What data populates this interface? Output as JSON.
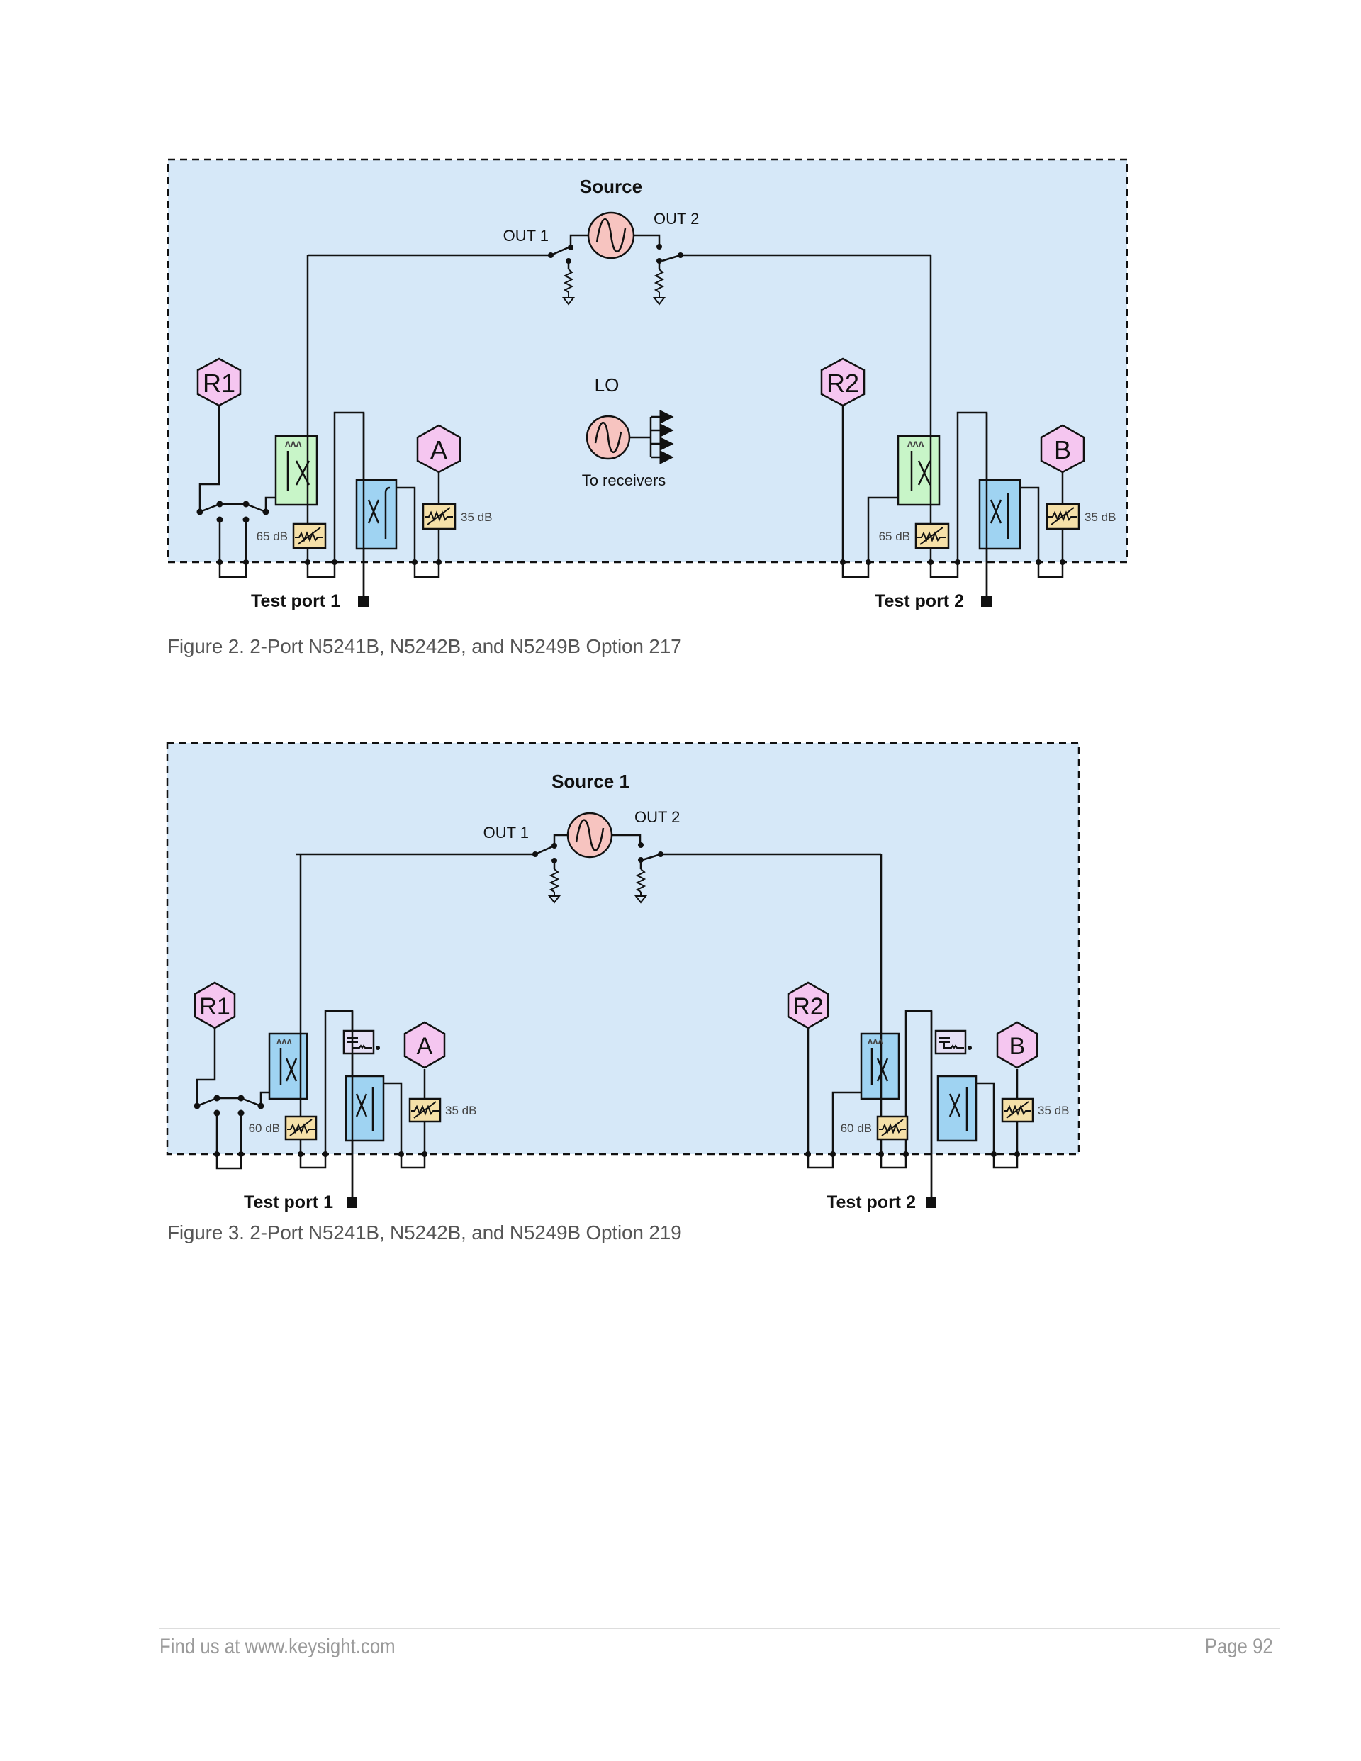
{
  "figure2": {
    "source_label": "Source",
    "out1": "OUT 1",
    "out2": "OUT 2",
    "lo_label": "LO",
    "lo_sub": "To receivers",
    "receivers": {
      "r1": "R1",
      "r2": "R2",
      "a": "A",
      "b": "B"
    },
    "atten_ref": "65 dB",
    "atten_test": "35 dB",
    "port1": "Test port 1",
    "port2": "Test port 2",
    "caption": "Figure 2. 2-Port N5241B, N5242B, and N5249B Option 217"
  },
  "figure3": {
    "source_label": "Source 1",
    "out1": "OUT 1",
    "out2": "OUT 2",
    "receivers": {
      "r1": "R1",
      "r2": "R2",
      "a": "A",
      "b": "B"
    },
    "atten_ref": "60 dB",
    "atten_test": "35 dB",
    "port1": "Test port 1",
    "port2": "Test port 2",
    "caption": "Figure 3. 2-Port N5241B, N5242B, and N5249B Option 219"
  },
  "colors": {
    "panel": "#d6e8f8",
    "receiver": "#f5c6f0",
    "source": "#f7c4c0",
    "coupler_ref": "#c8f5c8",
    "coupler_test": "#9fd3f2",
    "attenuator": "#f5e0a8",
    "bias_tee": "#e6e0f5"
  },
  "footer": {
    "left": "Find us at www.keysight.com",
    "right": "Page 92"
  }
}
